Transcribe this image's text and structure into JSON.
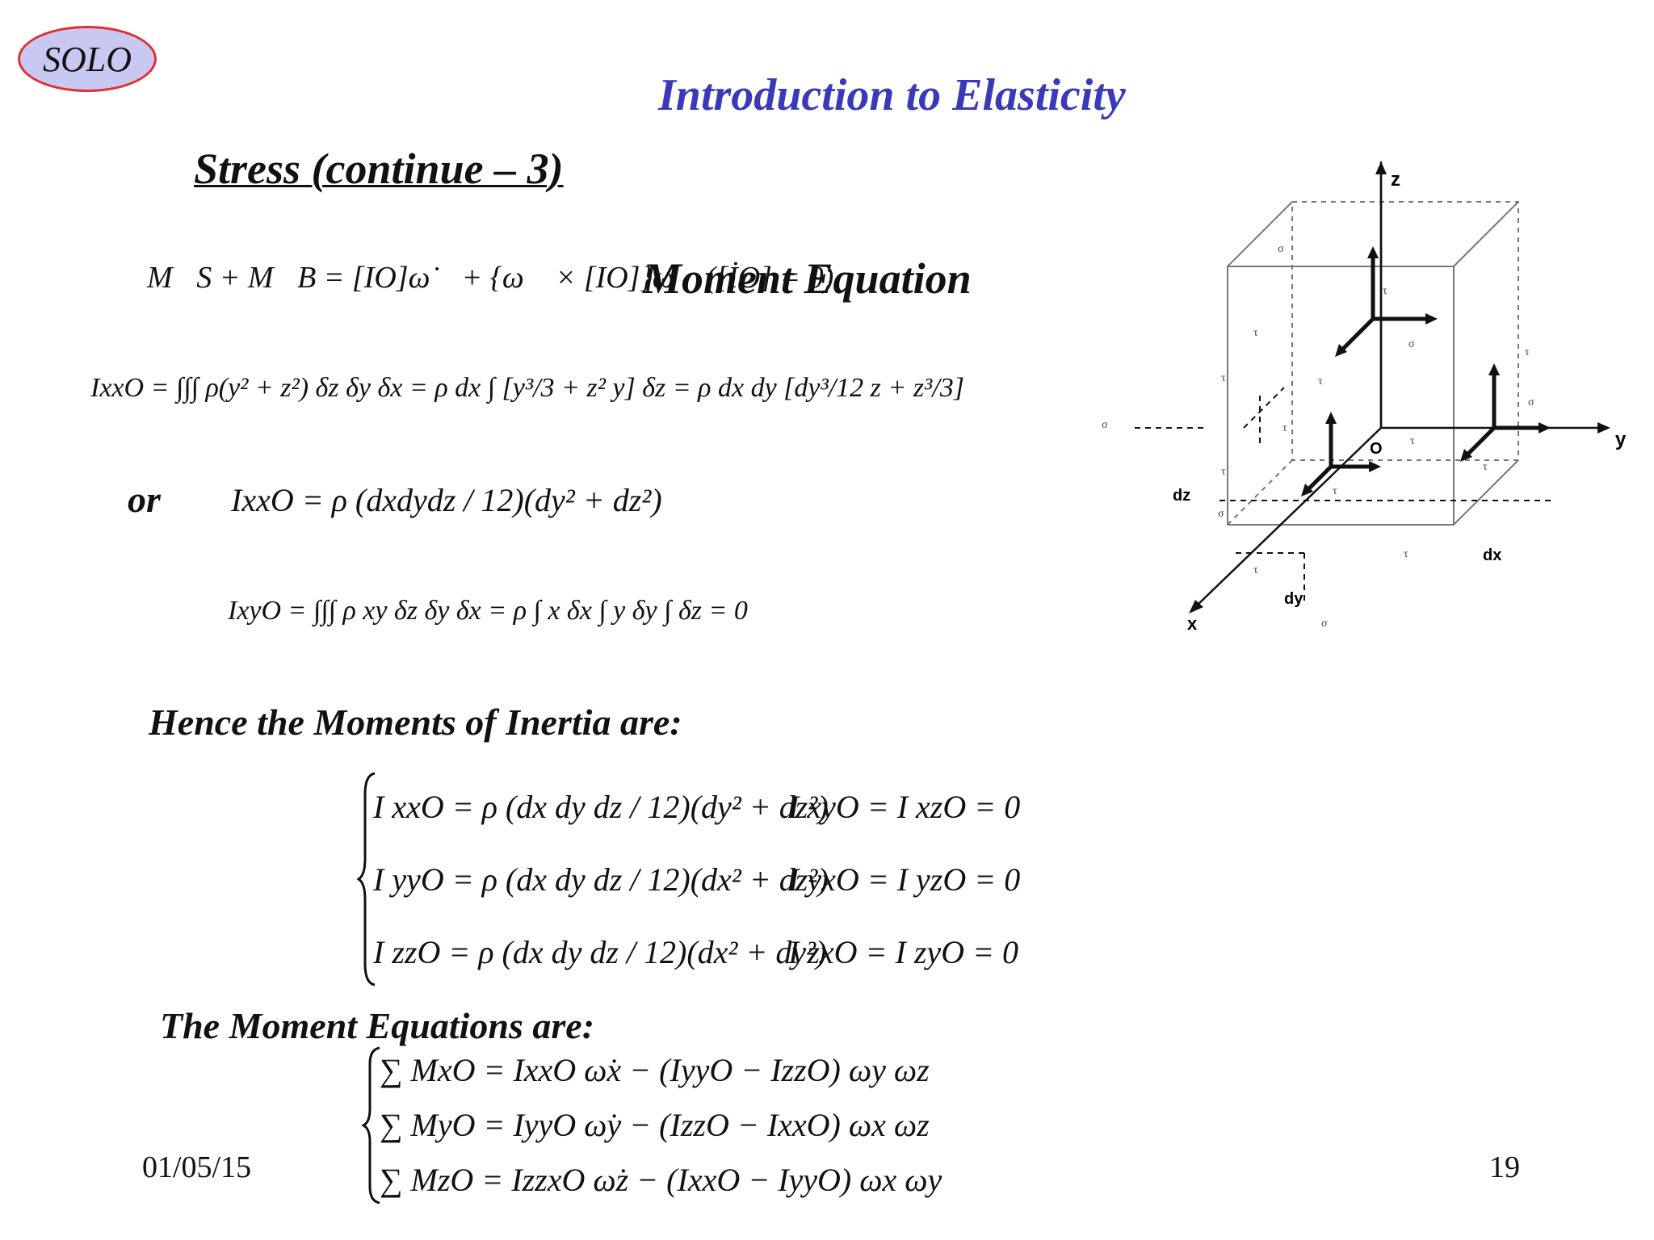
{
  "badge": {
    "label": "SOLO"
  },
  "header": {
    "title": "Introduction to Elasticity"
  },
  "section": {
    "subtitle": "Stress  (continue – 3)"
  },
  "equations": {
    "moment_balance": "M⃗S + M⃗B = [IO]ω̇⃗ + {ω⃗ × [IO]}ω⃗ ([İO] = 0)",
    "moment_heading": "Moment  Equation",
    "ixx_integral": "IxxO = ∫∫∫ ρ(y² + z²) δz δy δx = ρ dx ∫ [y³/3 + z² y] δz = ρ dx dy [dy³/12 z + z³/3]",
    "or_label": "or",
    "ixx_result": "IxxO = ρ (dxdydz / 12)(dy² + dz²)",
    "ixy_integral": "IxyO = ∫∫∫ ρ xy δz δy δx = ρ ∫ x δx ∫ y δy ∫ δz = 0",
    "inertia_heading": "Hence the Moments of Inertia are:",
    "inertia": [
      {
        "diag": "I xxO = ρ (dx dy dz / 12)(dy² + dz²)",
        "off": "I xyO = I xzO = 0"
      },
      {
        "diag": "I yyO = ρ (dx dy dz / 12)(dx² + dz²)",
        "off": "I yxO = I yzO = 0"
      },
      {
        "diag": "I zzO = ρ (dx dy dz / 12)(dx² + dy²)",
        "off": "I zxO = I zyO = 0"
      }
    ],
    "moment_eq_heading": "The Moment Equations are:",
    "moment_eqs": [
      "∑ MxO = IxxO ω̇x − (IyyO − IzzO) ωy ωz",
      "∑ MyO = IyyO ω̇y − (IzzO − IxxO) ωx ωz",
      "∑ MzO = IzzxO ω̇z − (IxxO − IyyO) ωx ωy"
    ]
  },
  "diagram": {
    "axes": {
      "z": "z",
      "y": "y",
      "x": "x",
      "origin": "O",
      "dx": "dx",
      "dy": "dy",
      "dz": "dz"
    }
  },
  "footer": {
    "date": "01/05/15",
    "page": "19"
  }
}
